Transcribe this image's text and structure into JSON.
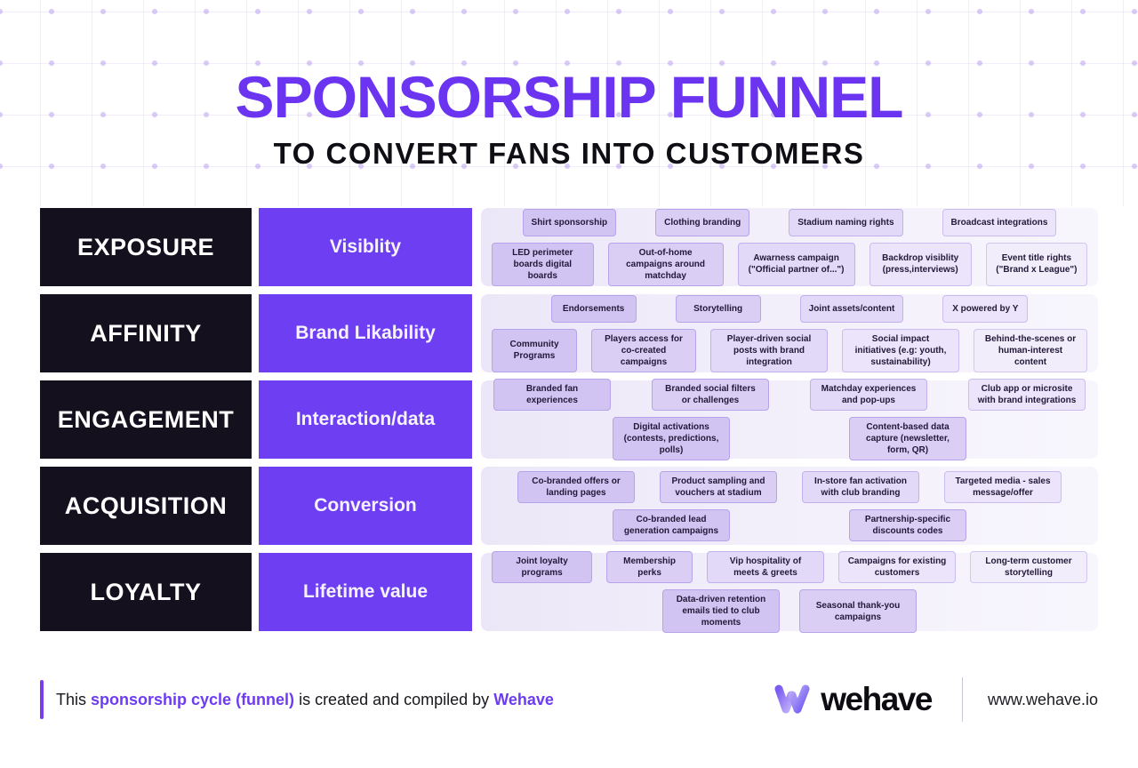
{
  "title": "SPONSORSHIP FUNNEL",
  "subtitle": "TO CONVERT FANS INTO CUSTOMERS",
  "colors": {
    "accent_purple": "#6B34F1",
    "stage_bg": "#15101D",
    "descriptor_bg": "#6D3EF2",
    "chip_fill": "#D2C4F2",
    "chip_border": "#B7A3E9",
    "panel_bg": "#ECE7F8"
  },
  "funnel": {
    "rows": [
      {
        "stage": "EXPOSURE",
        "descriptor": "Visiblity",
        "tactics_line1": [
          "Shirt sponsorship",
          "Clothing branding",
          "Stadium naming rights",
          "Broadcast integrations"
        ],
        "tactics_line2": [
          "LED perimeter boards digital boards",
          "Out-of-home campaigns around matchday",
          "Awarness campaign (\"Official partner of...\")",
          "Backdrop visiblity (press,interviews)",
          "Event title rights (\"Brand x League\")"
        ]
      },
      {
        "stage": "AFFINITY",
        "descriptor": "Brand Likability",
        "tactics_line1": [
          "Endorsements",
          "Storytelling",
          "Joint assets/content",
          "X powered by Y"
        ],
        "tactics_line2": [
          "Community Programs",
          "Players access for co-created campaigns",
          "Player-driven social posts with brand integration",
          "Social impact initiatives (e.g: youth, sustainability)",
          "Behind-the-scenes or human-interest content"
        ]
      },
      {
        "stage": "ENGAGEMENT",
        "descriptor": "Interaction/data",
        "tactics_line1": [
          "Branded fan experiences",
          "Branded social filters or challenges",
          "Matchday experiences and pop-ups",
          "Club app or microsite with brand integrations"
        ],
        "tactics_line2": [
          "Digital activations (contests, predictions, polls)",
          "Content-based data capture (newsletter, form, QR)"
        ]
      },
      {
        "stage": "ACQUISITION",
        "descriptor": "Conversion",
        "tactics_line1": [
          "Co-branded offers or landing pages",
          "Product sampling and vouchers at stadium",
          "In-store fan activation with club branding",
          "Targeted media - sales message/offer"
        ],
        "tactics_line2": [
          "Co-branded lead generation campaigns",
          "Partnership-specific discounts codes"
        ]
      },
      {
        "stage": "LOYALTY",
        "descriptor": "Lifetime value",
        "tactics_line1": [
          "Joint loyalty programs",
          "Membership perks",
          "Vip hospitality of meets & greets",
          "Campaigns for existing customers",
          "Long-term customer storytelling"
        ],
        "tactics_line2": [
          "Data-driven retention emails tied to club moments",
          "Seasonal thank-you campaigns"
        ]
      }
    ]
  },
  "footer": {
    "note_prefix": "This ",
    "note_highlight1": "sponsorship cycle (funnel)",
    "note_middle": " is created and compiled by ",
    "note_highlight2": "Wehave",
    "brand_wordmark": "wehave",
    "website": "www.wehave.io"
  }
}
